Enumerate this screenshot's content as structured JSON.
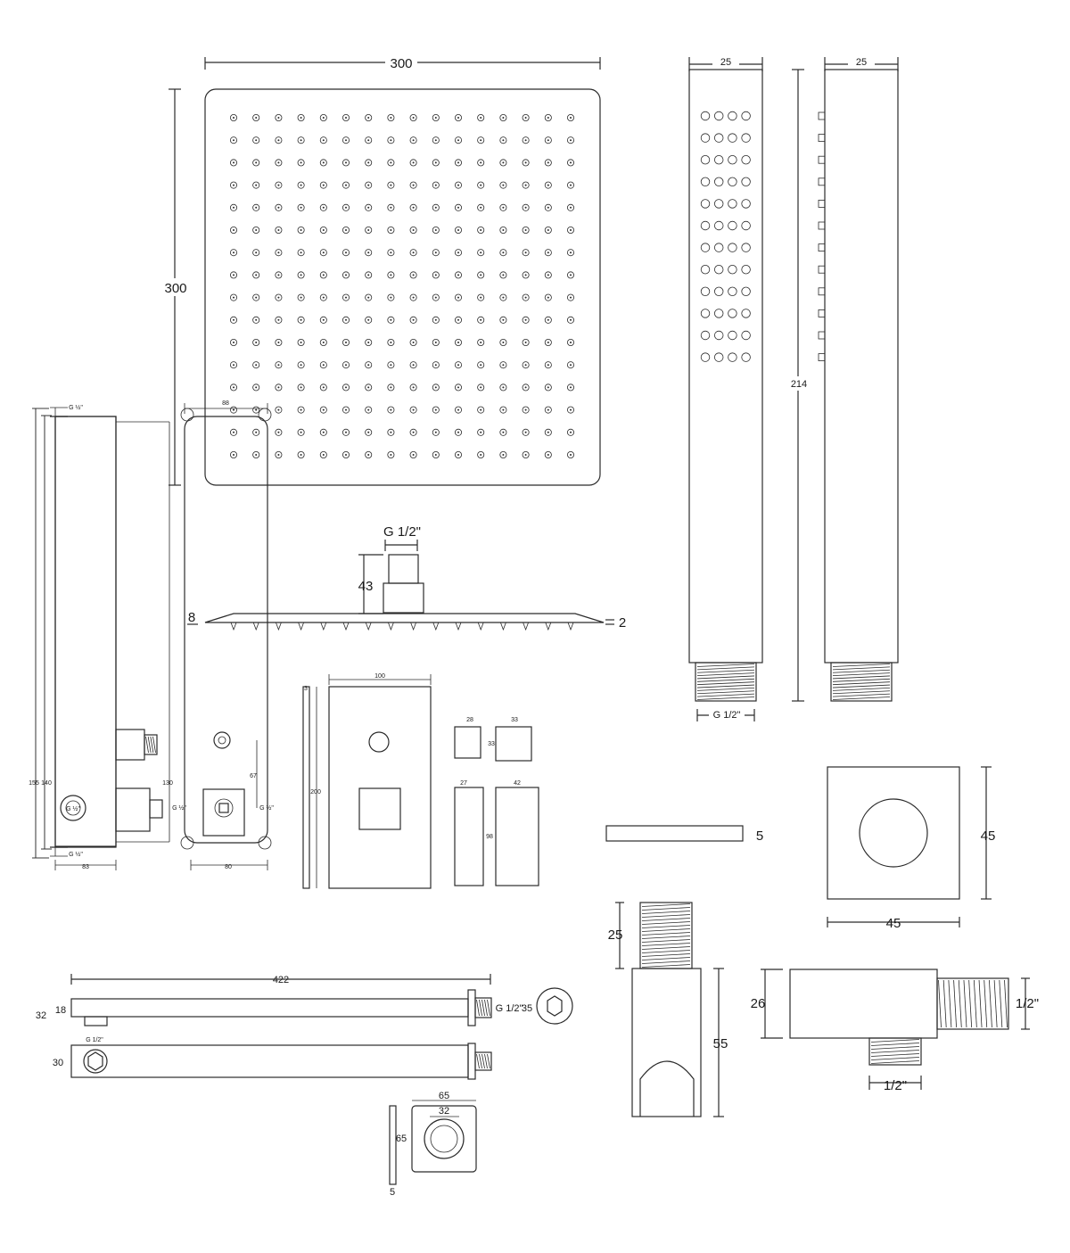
{
  "rain_head": {
    "width": "300",
    "height": "300",
    "nozzle_rows": 16,
    "nozzle_cols": 16
  },
  "rain_head_side": {
    "thread": "G 1/2\"",
    "neck_height": "43",
    "plate_thickness": "8",
    "edge_thickness": "2"
  },
  "hand_shower": {
    "front_width": "25",
    "side_width": "25",
    "length": "214",
    "thread": "G 1/2\"",
    "nozzle_rows": 12,
    "nozzle_cols": 4
  },
  "valve_body": {
    "top_port": "G ½\"",
    "bottom_port": "G ½\"",
    "outer_height": "155",
    "inner_height": "140",
    "depth": "83",
    "center_port": "G ½\""
  },
  "valve_front": {
    "top_width": "88",
    "height": "130",
    "spacing": "67",
    "left_port": "G ½\"",
    "right_port": "G ½\"",
    "bottom_width": "80"
  },
  "cover_plate": {
    "thickness": "3",
    "width": "100",
    "height": "200"
  },
  "handles": {
    "knob_width": "28",
    "knob_depth": "33",
    "knob_height": "33",
    "lever_width": "27",
    "lever_depth": "42",
    "lever_height": "98"
  },
  "wall_plate": {
    "thickness": "5",
    "width": "45",
    "height": "45"
  },
  "shower_arm": {
    "length": "422",
    "flange_height": "32",
    "arm_height": "18",
    "thread": "G 1/2\"",
    "end_diameter": "35",
    "inlet_thread": "G 1/2\"",
    "bottom_height": "30"
  },
  "flange": {
    "width": "65",
    "inner_diameter": "32",
    "height": "65",
    "thickness": "5"
  },
  "holder": {
    "thread_length": "25",
    "body_height": "55"
  },
  "outlet_elbow": {
    "height": "26",
    "side_thread": "1/2\"",
    "bottom_thread": "1/2\""
  }
}
